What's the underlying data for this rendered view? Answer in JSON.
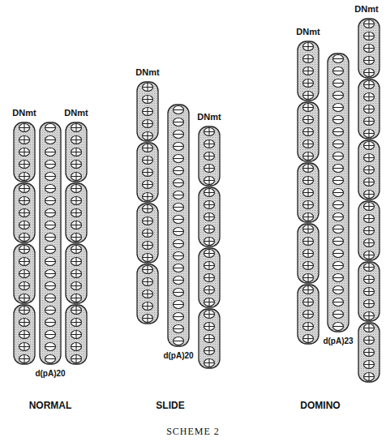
{
  "diagram": {
    "caption": "SCHEME 2",
    "labels": [
      "DNmt",
      "DNmt",
      "d(pA)20",
      "NORMAL",
      "DNmt",
      "DNmt",
      "d(pA)20",
      "SLIDE",
      "DNmt",
      "DNmt",
      "d(pA)23",
      "DOMINO"
    ]
  }
}
